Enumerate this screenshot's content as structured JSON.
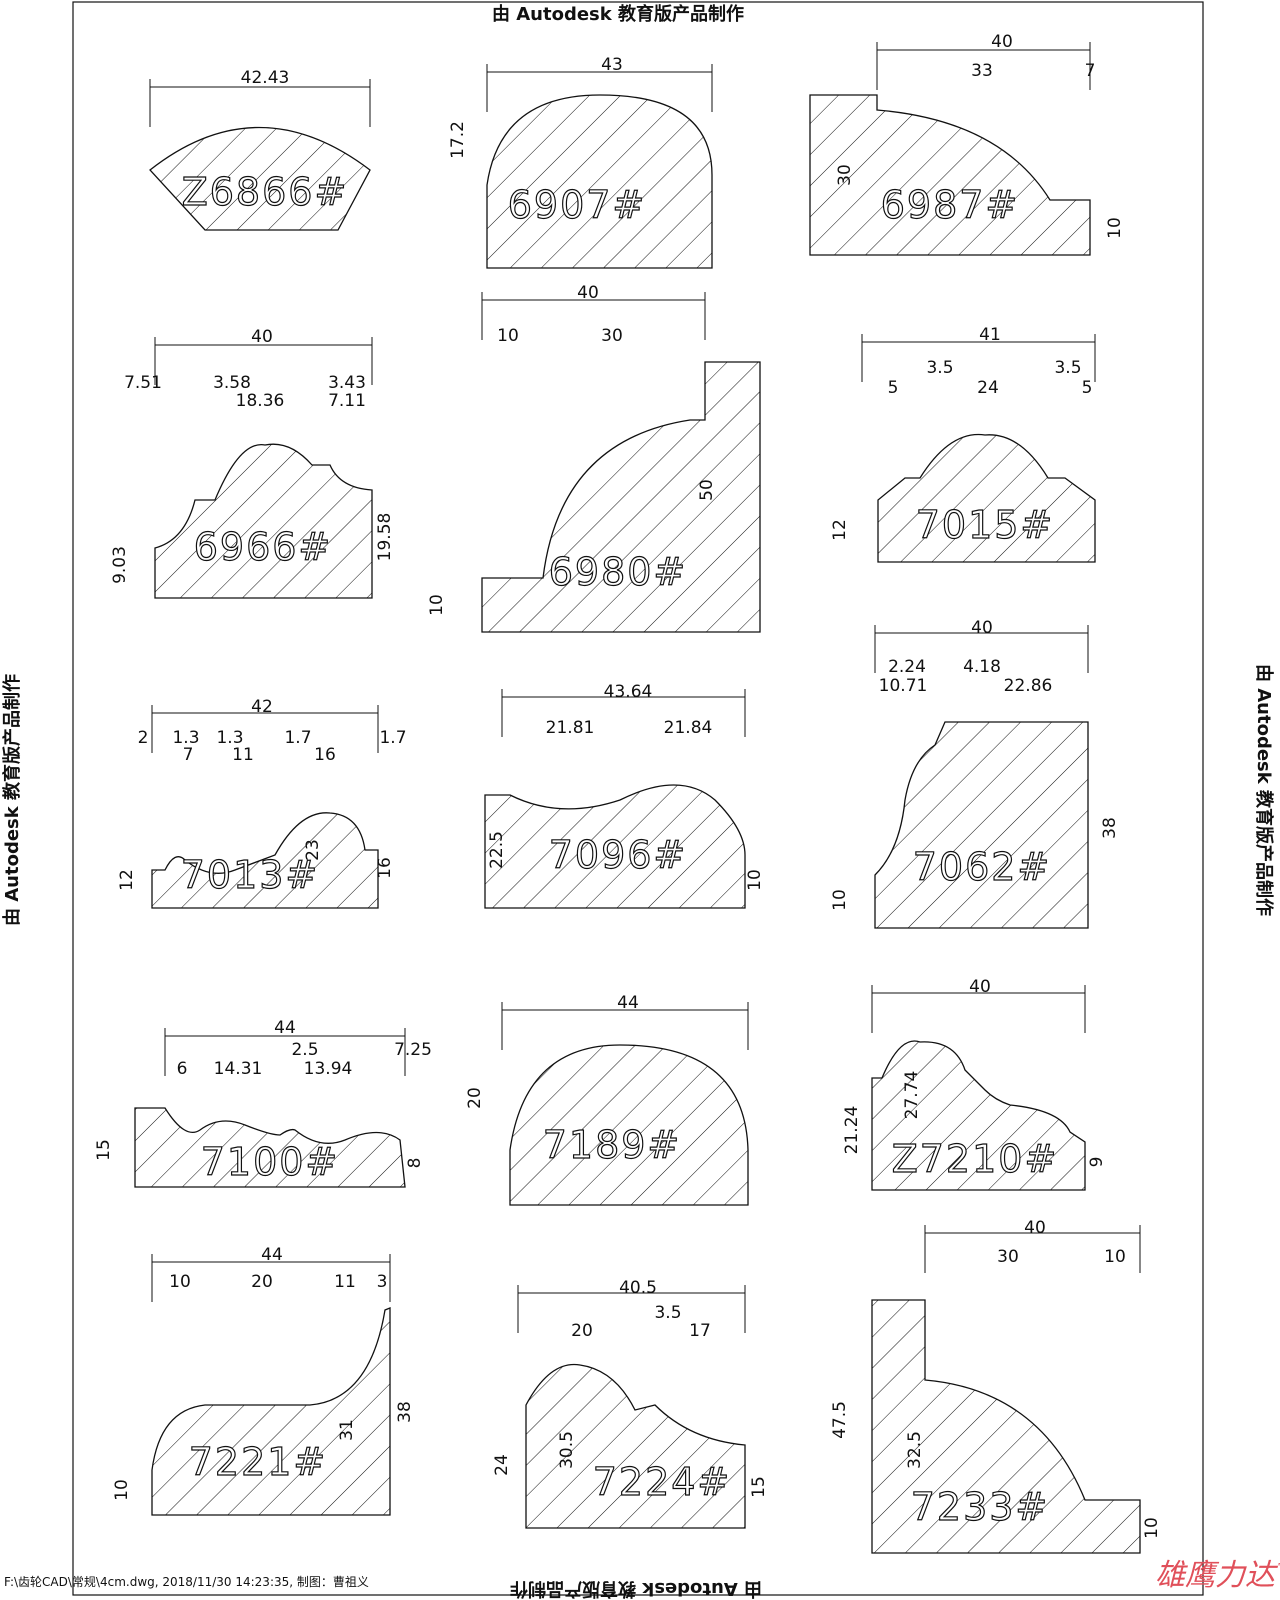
{
  "watermark": "由 Autodesk 教育版产品制作",
  "footer": "F:\\齿轮CAD\\常规\\4cm.dwg, 2018/11/30 14:23:35, 制图：曹祖义",
  "logo": "雄鹰力达™",
  "profiles": [
    {
      "label": "Z6866#",
      "dims": [
        "42.43"
      ]
    },
    {
      "label": "6907#",
      "dims": [
        "43",
        "17.2"
      ]
    },
    {
      "label": "6987#",
      "dims": [
        "40",
        "33",
        "7",
        "30",
        "10"
      ]
    },
    {
      "label": "6966#",
      "dims": [
        "40",
        "7.51",
        "3.58",
        "18.36",
        "3.43",
        "7.11",
        "9.03",
        "19.58"
      ]
    },
    {
      "label": "6980#",
      "dims": [
        "40",
        "10",
        "30",
        "50",
        "10"
      ]
    },
    {
      "label": "7015#",
      "dims": [
        "41",
        "3.5",
        "5",
        "24",
        "3.5",
        "5",
        "12"
      ]
    },
    {
      "label": "7013#",
      "dims": [
        "42",
        "2",
        "1.3",
        "7",
        "1.3",
        "11",
        "1.7",
        "16",
        "1.7",
        "12",
        "23",
        "16"
      ]
    },
    {
      "label": "7096#",
      "dims": [
        "43.64",
        "21.81",
        "21.84",
        "22.5",
        "10"
      ]
    },
    {
      "label": "7062#",
      "dims": [
        "40",
        "2.24",
        "4.18",
        "10.71",
        "22.86",
        "38",
        "10"
      ]
    },
    {
      "label": "7100#",
      "dims": [
        "44",
        "6",
        "14.31",
        "2.5",
        "13.94",
        "7.25",
        "15",
        "8"
      ]
    },
    {
      "label": "7189#",
      "dims": [
        "44",
        "20"
      ]
    },
    {
      "label": "Z7210#",
      "dims": [
        "40",
        "21.24",
        "27.74",
        "9"
      ]
    },
    {
      "label": "7221#",
      "dims": [
        "44",
        "10",
        "20",
        "11",
        "3",
        "38",
        "31",
        "10"
      ]
    },
    {
      "label": "7224#",
      "dims": [
        "40.5",
        "20",
        "3.5",
        "17",
        "24",
        "30.5",
        "15"
      ]
    },
    {
      "label": "7233#",
      "dims": [
        "40",
        "30",
        "10",
        "47.5",
        "32.5",
        "10"
      ]
    }
  ]
}
